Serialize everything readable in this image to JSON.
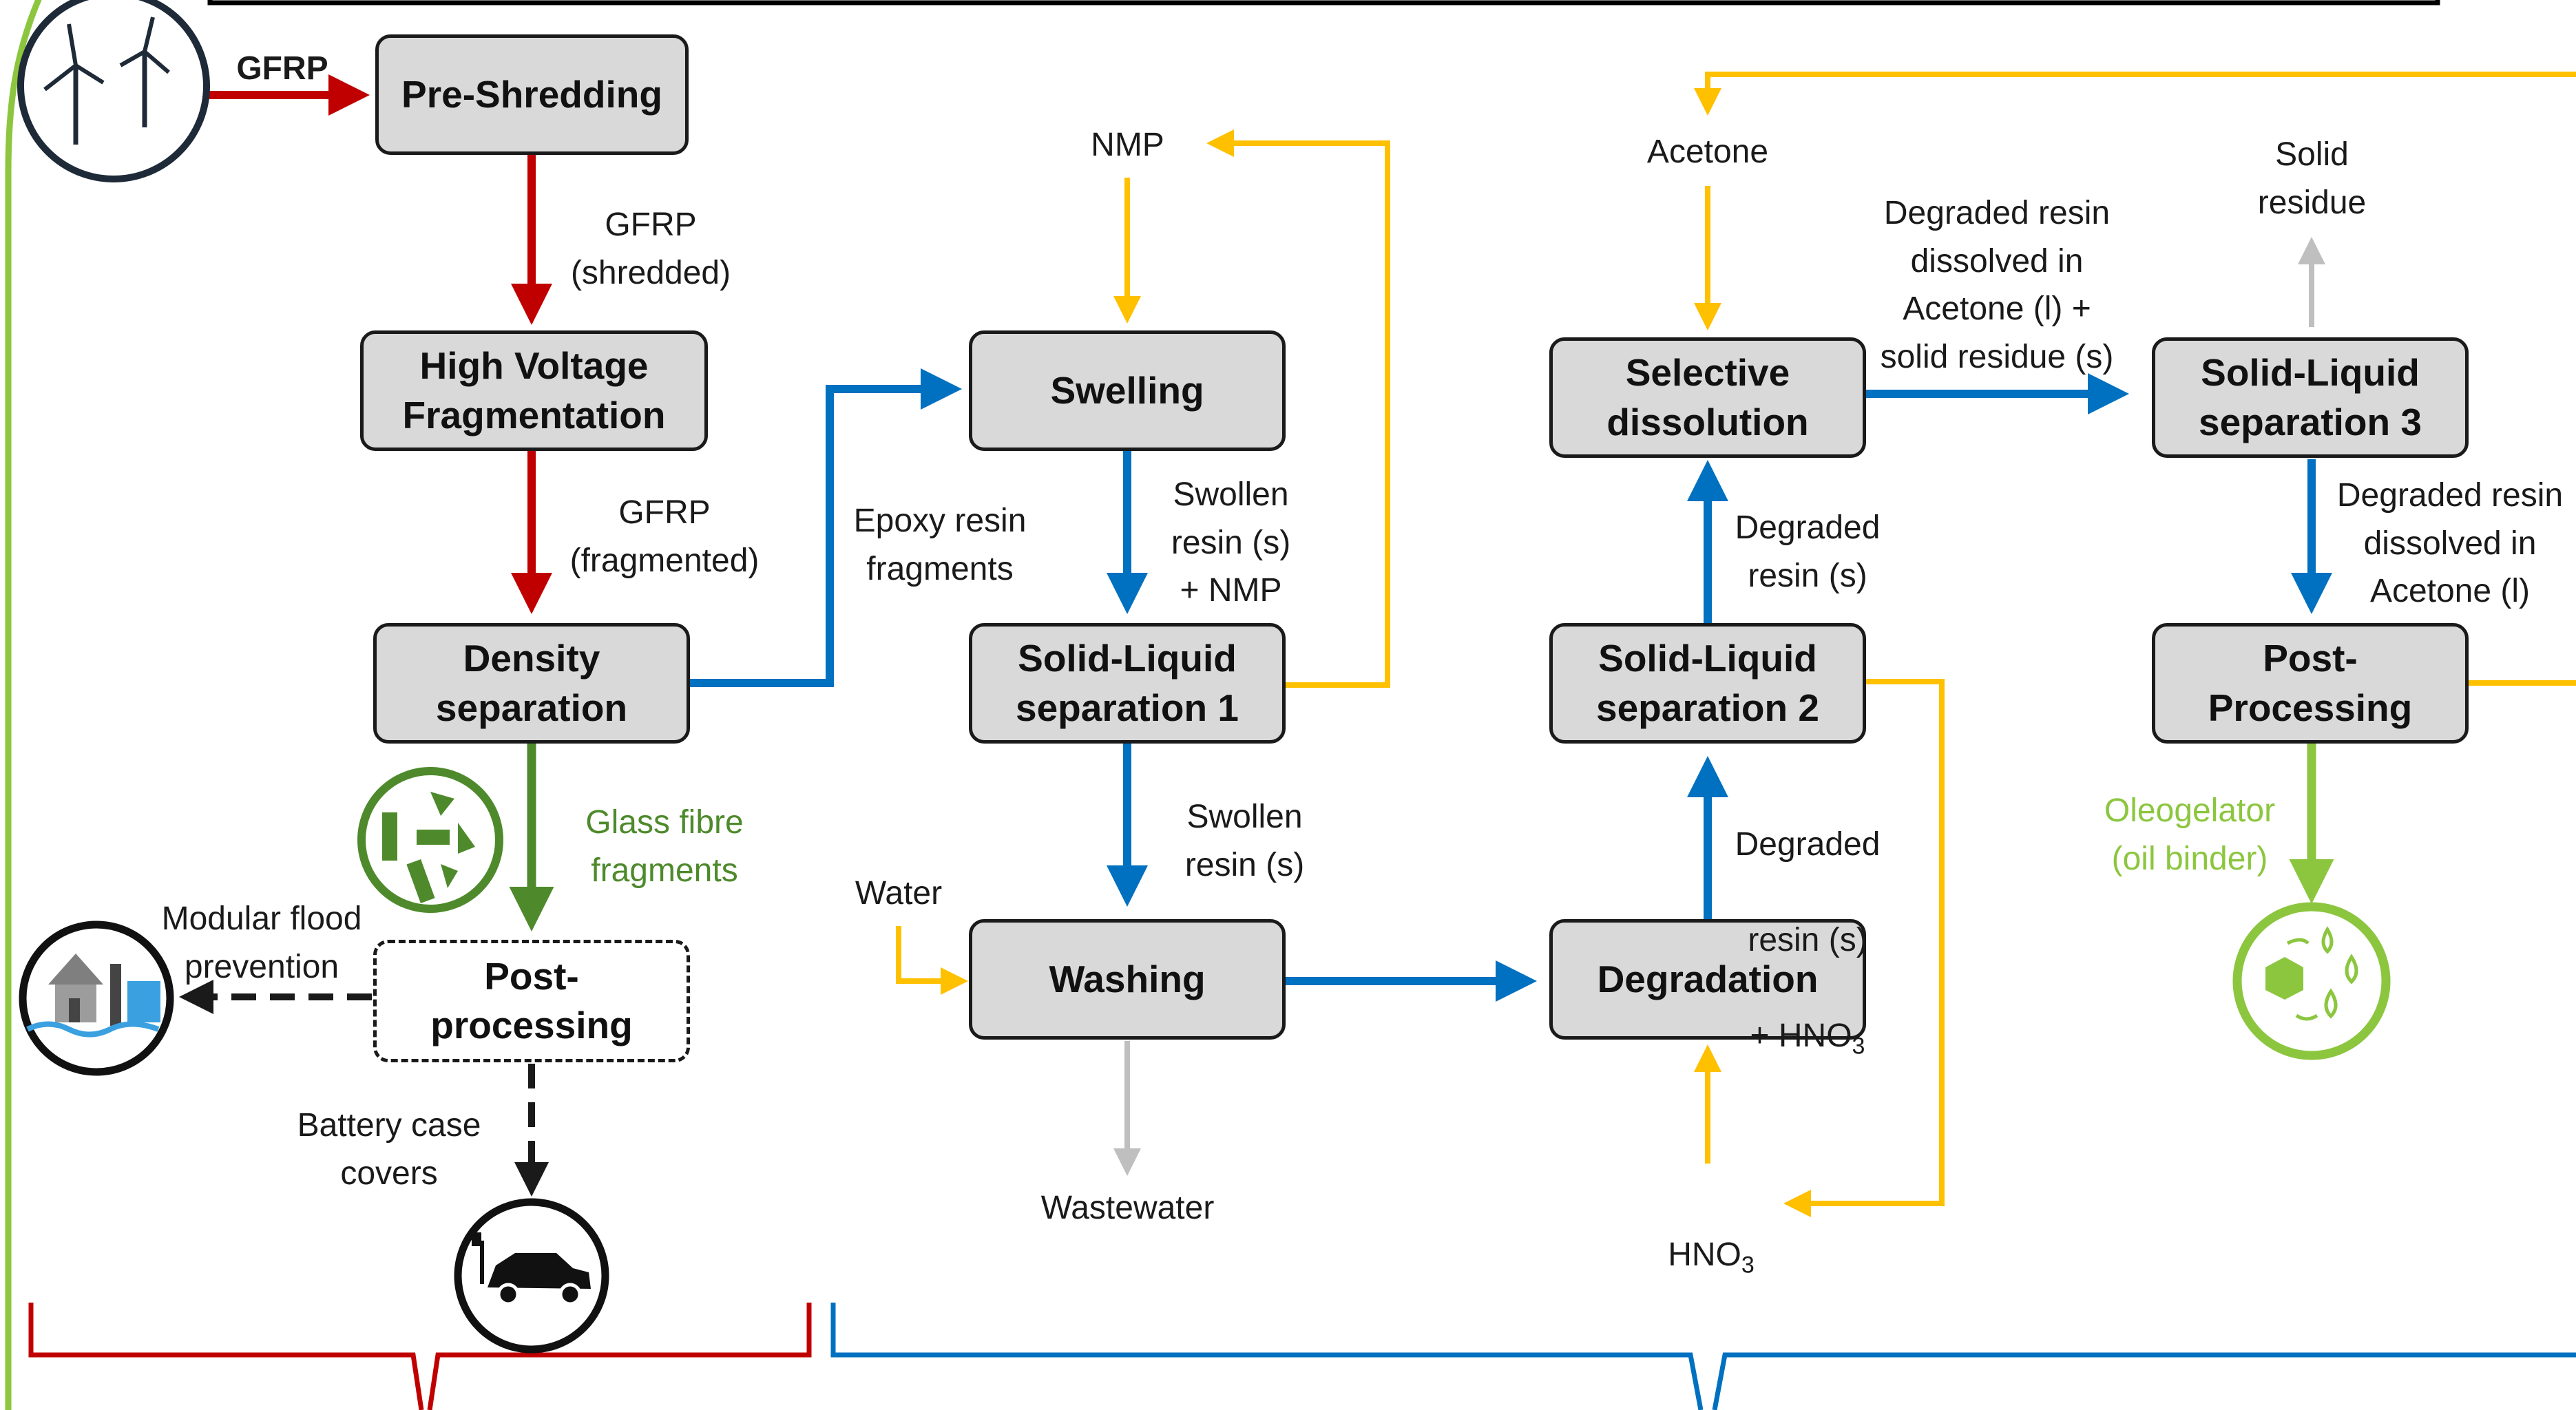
{
  "colors": {
    "red": "#c00000",
    "blue": "#0070c0",
    "yellow": "#ffc000",
    "dark_green": "#4e8a2c",
    "light_green": "#8cc63f",
    "grey": "#bfbfbf",
    "box_fill": "#d9d9d9",
    "outline": "#1a1a1a"
  },
  "process_steps": {
    "pre_shredding": "Pre-Shredding",
    "high_voltage_fragmentation": "High Voltage\nFragmentation",
    "density_separation": "Density\nseparation",
    "post_processing_dashed": "Post-\nprocessing",
    "swelling": "Swelling",
    "solid_liquid_separation_1": "Solid-Liquid\nseparation 1",
    "washing": "Washing",
    "selective_dissolution": "Selective\ndissolution",
    "solid_liquid_separation_2": "Solid-Liquid\nseparation 2",
    "degradation": "Degradation",
    "solid_liquid_separation_3": "Solid-Liquid\nseparation 3",
    "post_processing": "Post-\nProcessing"
  },
  "stream_labels": {
    "gfrp_input": "GFRP",
    "gfrp_shredded": "GFRP\n(shredded)",
    "gfrp_fragmented": "GFRP\n(fragmented)",
    "epoxy_resin_fragments": "Epoxy resin\nfragments",
    "glass_fibre_fragments": "Glass fibre\nfragments",
    "modular_flood_prevention": "Modular flood\nprevention",
    "battery_case_covers": "Battery case\ncovers",
    "nmp": "NMP",
    "swollen_resin_nmp": "Swollen\nresin (s)\n+ NMP",
    "swollen_resin": "Swollen\nresin (s)",
    "water": "Water",
    "wastewater": "Wastewater",
    "acetone": "Acetone",
    "degraded_resin_dissolved_solid": "Degraded resin\ndissolved in\nAcetone (l) +\nsolid residue (s)",
    "solid_residue": "Solid\nresidue",
    "degraded_resin_s": "Degraded\nresin (s)",
    "degraded_resin_hno3_line1": "Degraded",
    "degraded_resin_hno3_line2": "resin (s)",
    "degraded_resin_hno3_line3": "+ HNO",
    "hno3_subscript": "3",
    "hno3": "HNO",
    "degraded_resin_dissolved_acetone": "Degraded resin\ndissolved in\nAcetone (l)",
    "oleogelator": "Oleogelator\n(oil binder)"
  },
  "icons": {
    "wind_turbines": "wind-turbines-icon",
    "glass_fibre": "glass-fibre-fragments-icon",
    "flood_prevention": "flood-prevention-icon",
    "electric_car": "electric-car-icon",
    "oleogel": "oleogel-icon"
  }
}
